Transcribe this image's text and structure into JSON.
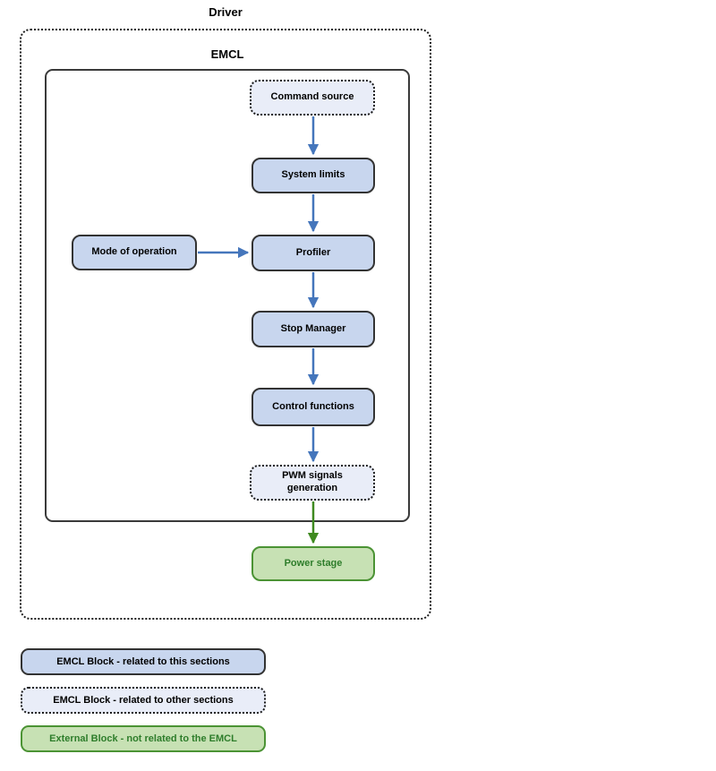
{
  "diagram": {
    "driver_label": "Driver",
    "emcl_label": "EMCL",
    "nodes": {
      "command_source": "Command source",
      "system_limits": "System limits",
      "mode_of_operation": "Mode of operation",
      "profiler": "Profiler",
      "stop_manager": "Stop Manager",
      "control_functions": "Control functions",
      "pwm_generation": "PWM signals generation",
      "power_stage": "Power stage"
    },
    "edges": [
      {
        "from": "command_source",
        "to": "system_limits",
        "color": "blue"
      },
      {
        "from": "system_limits",
        "to": "profiler",
        "color": "blue"
      },
      {
        "from": "mode_of_operation",
        "to": "profiler",
        "color": "blue"
      },
      {
        "from": "profiler",
        "to": "stop_manager",
        "color": "blue"
      },
      {
        "from": "stop_manager",
        "to": "control_functions",
        "color": "blue"
      },
      {
        "from": "control_functions",
        "to": "pwm_generation",
        "color": "blue"
      },
      {
        "from": "pwm_generation",
        "to": "power_stage",
        "color": "green"
      }
    ]
  },
  "legend": {
    "items": [
      {
        "label": "EMCL Block - related to this sections",
        "style": "emcl-current"
      },
      {
        "label": "EMCL Block - related to other sections",
        "style": "emcl-other"
      },
      {
        "label": "External Block - not related to the EMCL",
        "style": "external"
      }
    ]
  },
  "colors": {
    "emcl_block_fill": "#c8d6ee",
    "emcl_block_border": "#333333",
    "other_block_fill": "#e9edf8",
    "other_block_border": "#1a1a1a",
    "external_block_fill": "#c7e1b4",
    "external_block_border": "#4b9334",
    "external_text": "#2e7d2b",
    "flow_arrow": "#4576bc",
    "external_arrow": "#3f8a20"
  }
}
